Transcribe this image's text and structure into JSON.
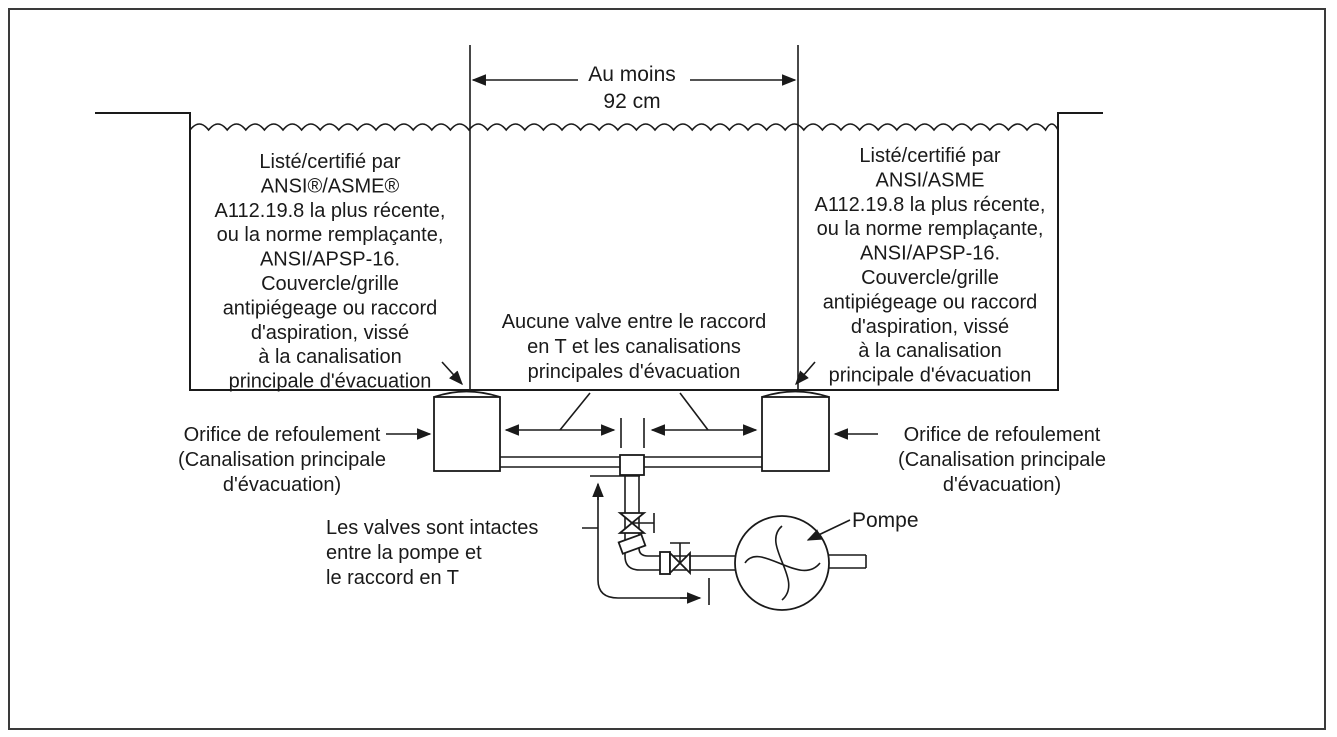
{
  "dimension": {
    "line1": "Au moins",
    "line2": "92 cm"
  },
  "left_label": {
    "lines": [
      "Listé/certifié par",
      "ANSI®/ASME®",
      "A112.19.8 la plus récente,",
      "ou la norme remplaçante,",
      "ANSI/APSP-16.",
      "Couvercle/grille",
      "antipiégeage ou raccord",
      "d'aspiration, vissé",
      "à la canalisation",
      "principale d'évacuation"
    ]
  },
  "right_label": {
    "lines": [
      "Listé/certifié par",
      "ANSI/ASME",
      "A112.19.8 la plus récente,",
      "ou la norme remplaçante,",
      "ANSI/APSP-16.",
      "Couvercle/grille",
      "antipiégeage ou raccord",
      "d'aspiration, vissé",
      "à la canalisation",
      "principale d'évacuation"
    ]
  },
  "center_label": {
    "lines": [
      "Aucune valve entre le raccord",
      "en T et les canalisations",
      "principales d'évacuation"
    ]
  },
  "left_outlet": {
    "lines": [
      "Orifice de refoulement",
      "(Canalisation principale",
      "d'évacuation)"
    ]
  },
  "right_outlet": {
    "lines": [
      "Orifice de refoulement",
      "(Canalisation principale",
      "d'évacuation)"
    ]
  },
  "valves_label": {
    "lines": [
      "Les valves sont intactes",
      "entre la pompe et",
      "le raccord en T"
    ]
  },
  "pump_label": "Pompe"
}
